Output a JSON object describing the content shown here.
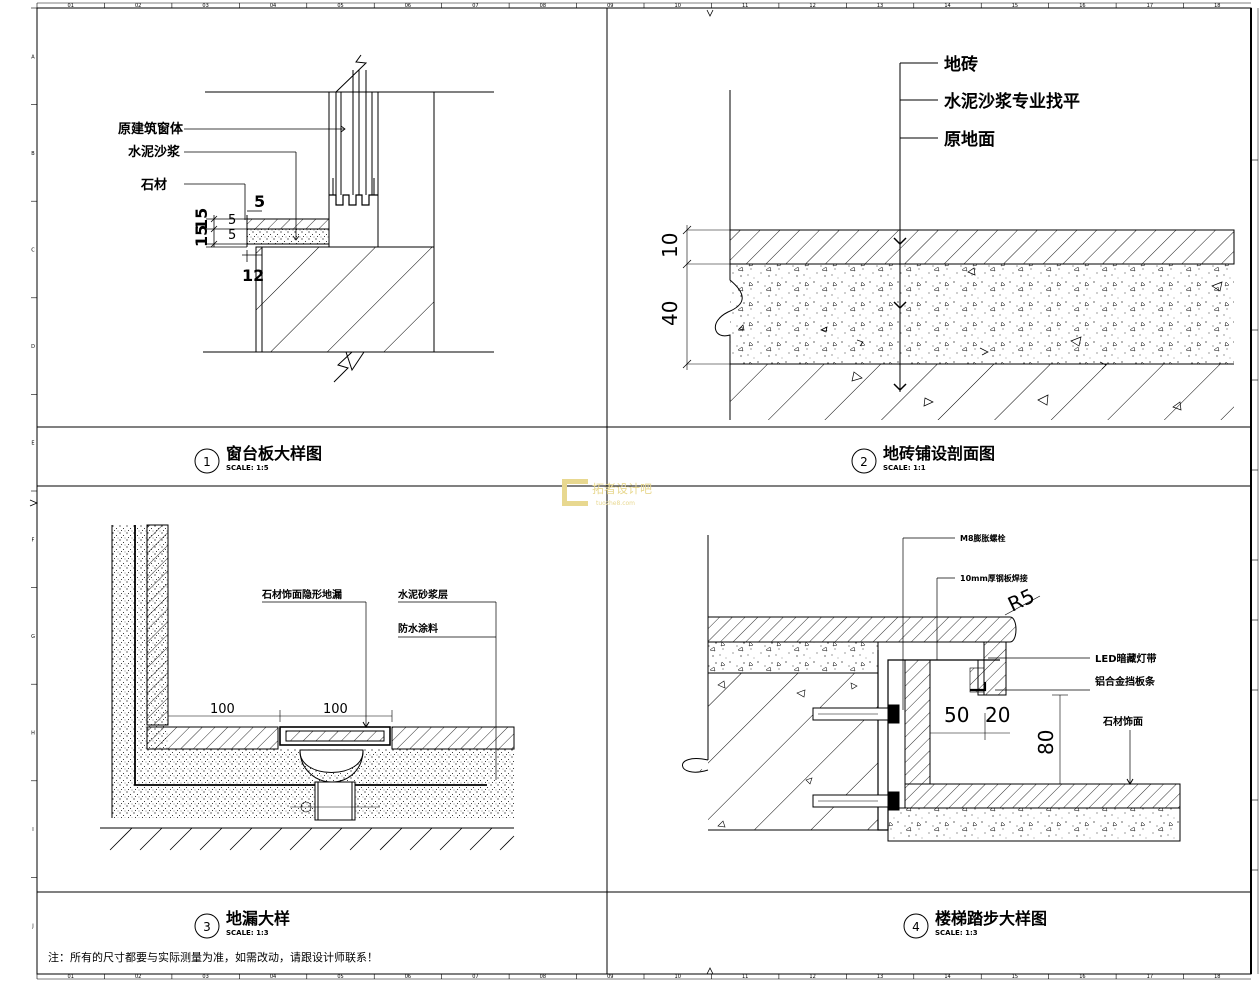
{
  "colors": {
    "line": "#000000",
    "watermark": "#e8d890"
  },
  "ruler": {
    "top": [
      "01",
      "02",
      "03",
      "04",
      "05",
      "06",
      "07",
      "08",
      "09",
      "10",
      "11",
      "12",
      "13",
      "14",
      "15",
      "16",
      "17",
      "18"
    ],
    "left": [
      "A",
      "B",
      "C",
      "D",
      "E",
      "F",
      "G",
      "H",
      "I",
      "J"
    ]
  },
  "detail1": {
    "number": "1",
    "title": "窗台板大样图",
    "scale": "SCALE: 1:5",
    "labels": {
      "wall": "原建筑窗体",
      "mortar": "水泥沙浆",
      "stone": "石材"
    },
    "dims": {
      "d5a": "5",
      "d5b": "5",
      "d5c": "5",
      "d15": "15",
      "d15b": "15",
      "d12": "12"
    }
  },
  "detail2": {
    "number": "2",
    "title": "地砖铺设剖面图",
    "scale": "SCALE: 1:1",
    "labels": {
      "tile": "地砖",
      "mortar": "水泥沙浆专业找平",
      "ground": "原地面"
    },
    "dims": {
      "d10": "10",
      "d40": "40"
    }
  },
  "detail3": {
    "number": "3",
    "title": "地漏大样",
    "scale": "SCALE: 1:3",
    "labels": {
      "drain": "石材饰面隐形地漏",
      "mortar": "水泥砂浆层",
      "waterproof": "防水涂料"
    },
    "dims": {
      "d100a": "100",
      "d100b": "100"
    }
  },
  "detail4": {
    "number": "4",
    "title": "楼梯踏步大样图",
    "scale": "SCALE: 1:3",
    "labels": {
      "bolt": "M8膨胀螺栓",
      "plate": "10mm厚钢板焊接",
      "led": "LED暗藏灯带",
      "alu": "铝合金挡板条",
      "stone": "石材饰面"
    },
    "dims": {
      "r5": "R5",
      "d50": "50",
      "d20": "20",
      "d80": "80"
    }
  },
  "note": "注：所有的尺寸都要与实际测量为准，如需改动，请跟设计师联系！",
  "watermark": {
    "name": "拓者设计吧",
    "url": "tuozhe8.com"
  }
}
